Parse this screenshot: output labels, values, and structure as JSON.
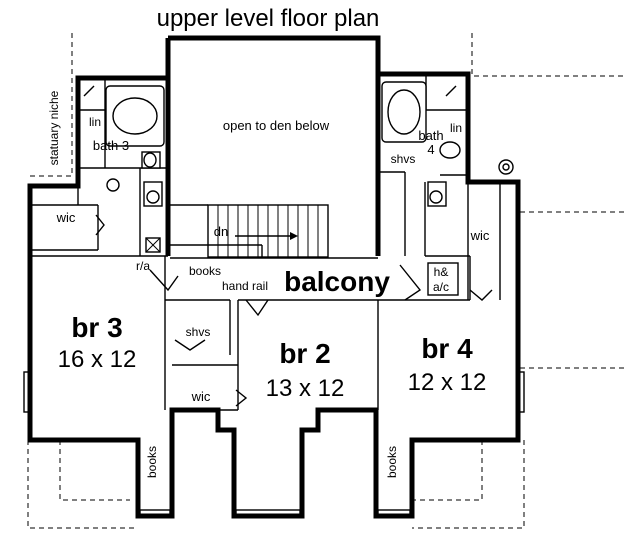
{
  "title": "upper level floor plan",
  "rooms": {
    "open_to_den": "open to den below",
    "statuary_niche": "statuary niche",
    "bath3": "bath 3",
    "bath4_line1": "bath",
    "bath4_line2": "4",
    "lin": "lin",
    "shvs": "shvs",
    "wic": "wic",
    "dn": "dn",
    "ra": "r/a",
    "books": "books",
    "hand_rail": "hand rail",
    "balcony": "balcony",
    "hac_line1": "h&",
    "hac_line2": "a/c",
    "br3": {
      "name": "br 3",
      "size": "16 x 12"
    },
    "br2": {
      "name": "br 2",
      "size": "13 x 12"
    },
    "br4": {
      "name": "br 4",
      "size": "12 x 12"
    }
  }
}
